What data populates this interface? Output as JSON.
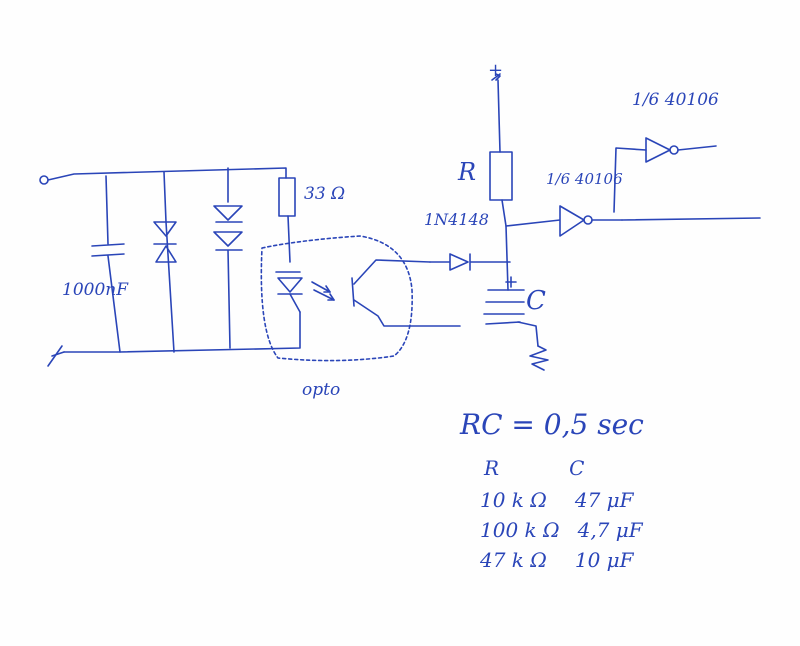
{
  "palette": {
    "ink": "#2a45b8",
    "paper": "#fefefe"
  },
  "labels": {
    "cap_main": "1000nF",
    "res_in": "33 Ω",
    "resistor": "R",
    "diode": "1N4148",
    "capacitor": "C",
    "gate1": "1/6 40106",
    "gate2": "1/6 40106",
    "opto": "opto",
    "plus": "+"
  },
  "formula": "RC = 0,5 sec",
  "table": {
    "headers": [
      "R",
      "C"
    ],
    "rows": [
      [
        "10 k Ω",
        "47 μF"
      ],
      [
        "100 k Ω",
        "4,7 μF"
      ],
      [
        "47 k Ω",
        "10 μF"
      ]
    ]
  }
}
